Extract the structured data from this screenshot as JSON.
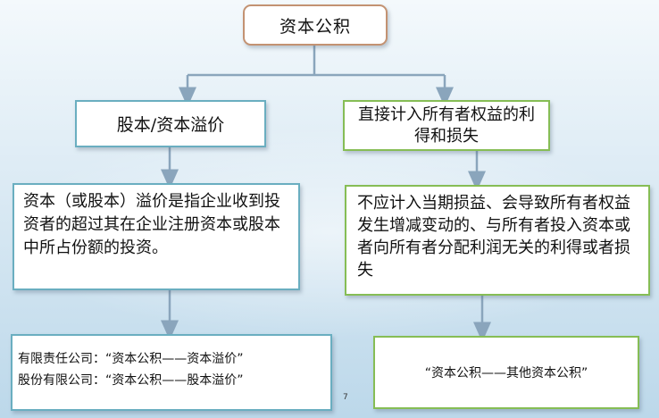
{
  "root": {
    "label": "资本公积"
  },
  "left": {
    "heading": "股本/资本溢价",
    "description": "资本（或股本）溢价是指企业收到投资者的超过其在企业注册资本或股本中所占份额的投资。",
    "leaf_lines": [
      "有限责任公司：“资本公积——资本溢价”",
      "股份有限公司：“资本公积——股本溢价”"
    ]
  },
  "right": {
    "heading": "直接计入所有者权益的利得和损失",
    "description": "不应计入当期损益、会导致所有者权益发生增减变动的、与所有者投入资本或者向所有者分配利润无关的利得或者损失",
    "leaf": "“资本公积——其他资本公积”"
  },
  "page_number": "7",
  "colors": {
    "root_border": "#c39272",
    "left_border": "#6aaec0",
    "right_border": "#86bd55",
    "connector": "#8aa5bc"
  }
}
